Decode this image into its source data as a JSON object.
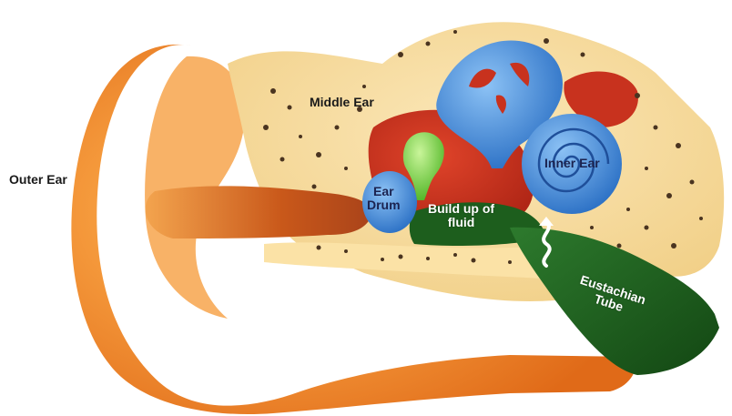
{
  "labels": {
    "outer_ear": "Outer Ear",
    "middle_ear": "Middle Ear",
    "inner_ear": "Inner Ear",
    "ear_drum_line1": "Ear",
    "ear_drum_line2": "Drum",
    "fluid_line1": "Build up of",
    "fluid_line2": "fluid",
    "eustachian_line1": "Eustachian",
    "eustachian_line2": "Tube"
  },
  "colors": {
    "outer_ear": "#f0862b",
    "ear_canal": "#d9661c",
    "bone": "#f6d99a",
    "middle_ear_cavity": "#c8321e",
    "inner_ear": "#3f84d4",
    "ossicle": "#7ed23c",
    "fluid": "#1d5e1d",
    "eustachian_tube": "#1d5e1d"
  }
}
